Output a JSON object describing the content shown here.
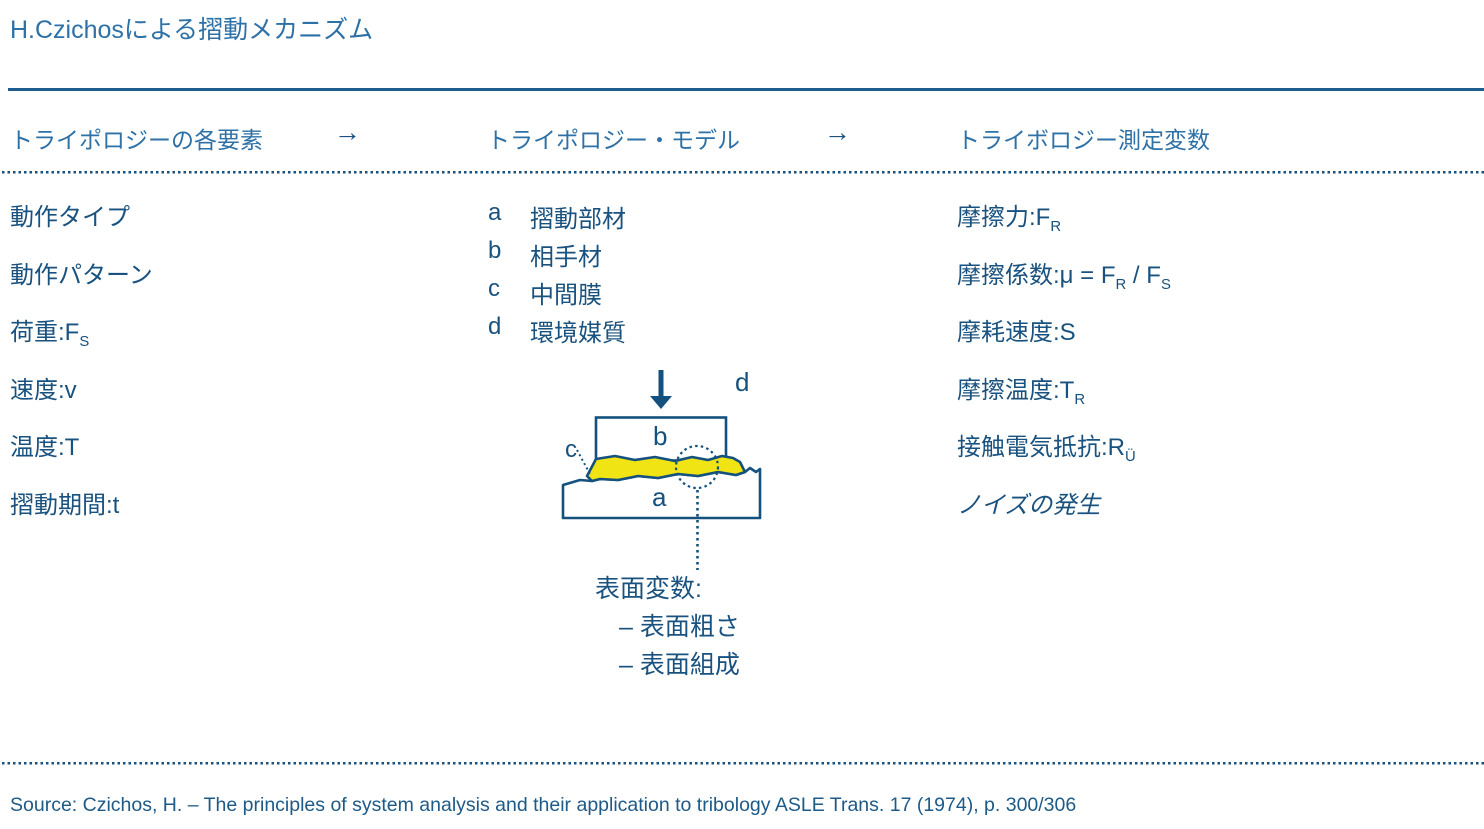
{
  "colors": {
    "title_blue": "#2d71a6",
    "text_navy": "#1a527f",
    "line_blue": "#1c5c8f",
    "diagram_navy": "#14517e",
    "film_yellow": "#f1e414"
  },
  "title": "H.Czichosによる摺動メカニズム",
  "arrow_glyph": "→",
  "columns": {
    "elements": {
      "header": "トライポロジーの各要素",
      "items": [
        {
          "parts": [
            {
              "t": "動作タイプ"
            }
          ]
        },
        {
          "parts": [
            {
              "t": "動作パターン"
            }
          ]
        },
        {
          "parts": [
            {
              "t": "荷重:F"
            },
            {
              "s": "S"
            }
          ]
        },
        {
          "parts": [
            {
              "t": "速度:v"
            }
          ]
        },
        {
          "parts": [
            {
              "t": "温度:T"
            }
          ]
        },
        {
          "parts": [
            {
              "t": "摺動期間:t"
            }
          ]
        }
      ]
    },
    "model": {
      "header": "トライポロジー・モデル",
      "legend": [
        {
          "key": "a",
          "label": "摺動部材"
        },
        {
          "key": "b",
          "label": "相手材"
        },
        {
          "key": "c",
          "label": "中間膜"
        },
        {
          "key": "d",
          "label": "環境媒質"
        }
      ],
      "diagram": {
        "top_block": "b",
        "bottom_block": "a",
        "film": "c",
        "medium": "d"
      },
      "surface": {
        "caption": "表面変数:",
        "bullets": [
          "– 表面粗さ",
          "– 表面組成"
        ]
      }
    },
    "measured": {
      "header": "トライボロジー測定変数",
      "items": [
        {
          "parts": [
            {
              "t": "摩擦力:F"
            },
            {
              "s": "R"
            }
          ]
        },
        {
          "parts": [
            {
              "t": "摩擦係数:μ = F"
            },
            {
              "s": "R"
            },
            {
              "t": " / F"
            },
            {
              "s": "S"
            }
          ]
        },
        {
          "parts": [
            {
              "t": "摩耗速度:S"
            }
          ]
        },
        {
          "parts": [
            {
              "t": "摩擦温度:T"
            },
            {
              "s": "R"
            }
          ]
        },
        {
          "parts": [
            {
              "t": "接触電気抵抗:R"
            },
            {
              "s": "Ü"
            }
          ]
        },
        {
          "parts": [
            {
              "t": "ノイズの発生"
            }
          ],
          "italic": true
        }
      ]
    }
  },
  "source": "Source: Czichos, H. – The principles of system analysis and their application to tribology ASLE Trans. 17 (1974), p. 300/306"
}
